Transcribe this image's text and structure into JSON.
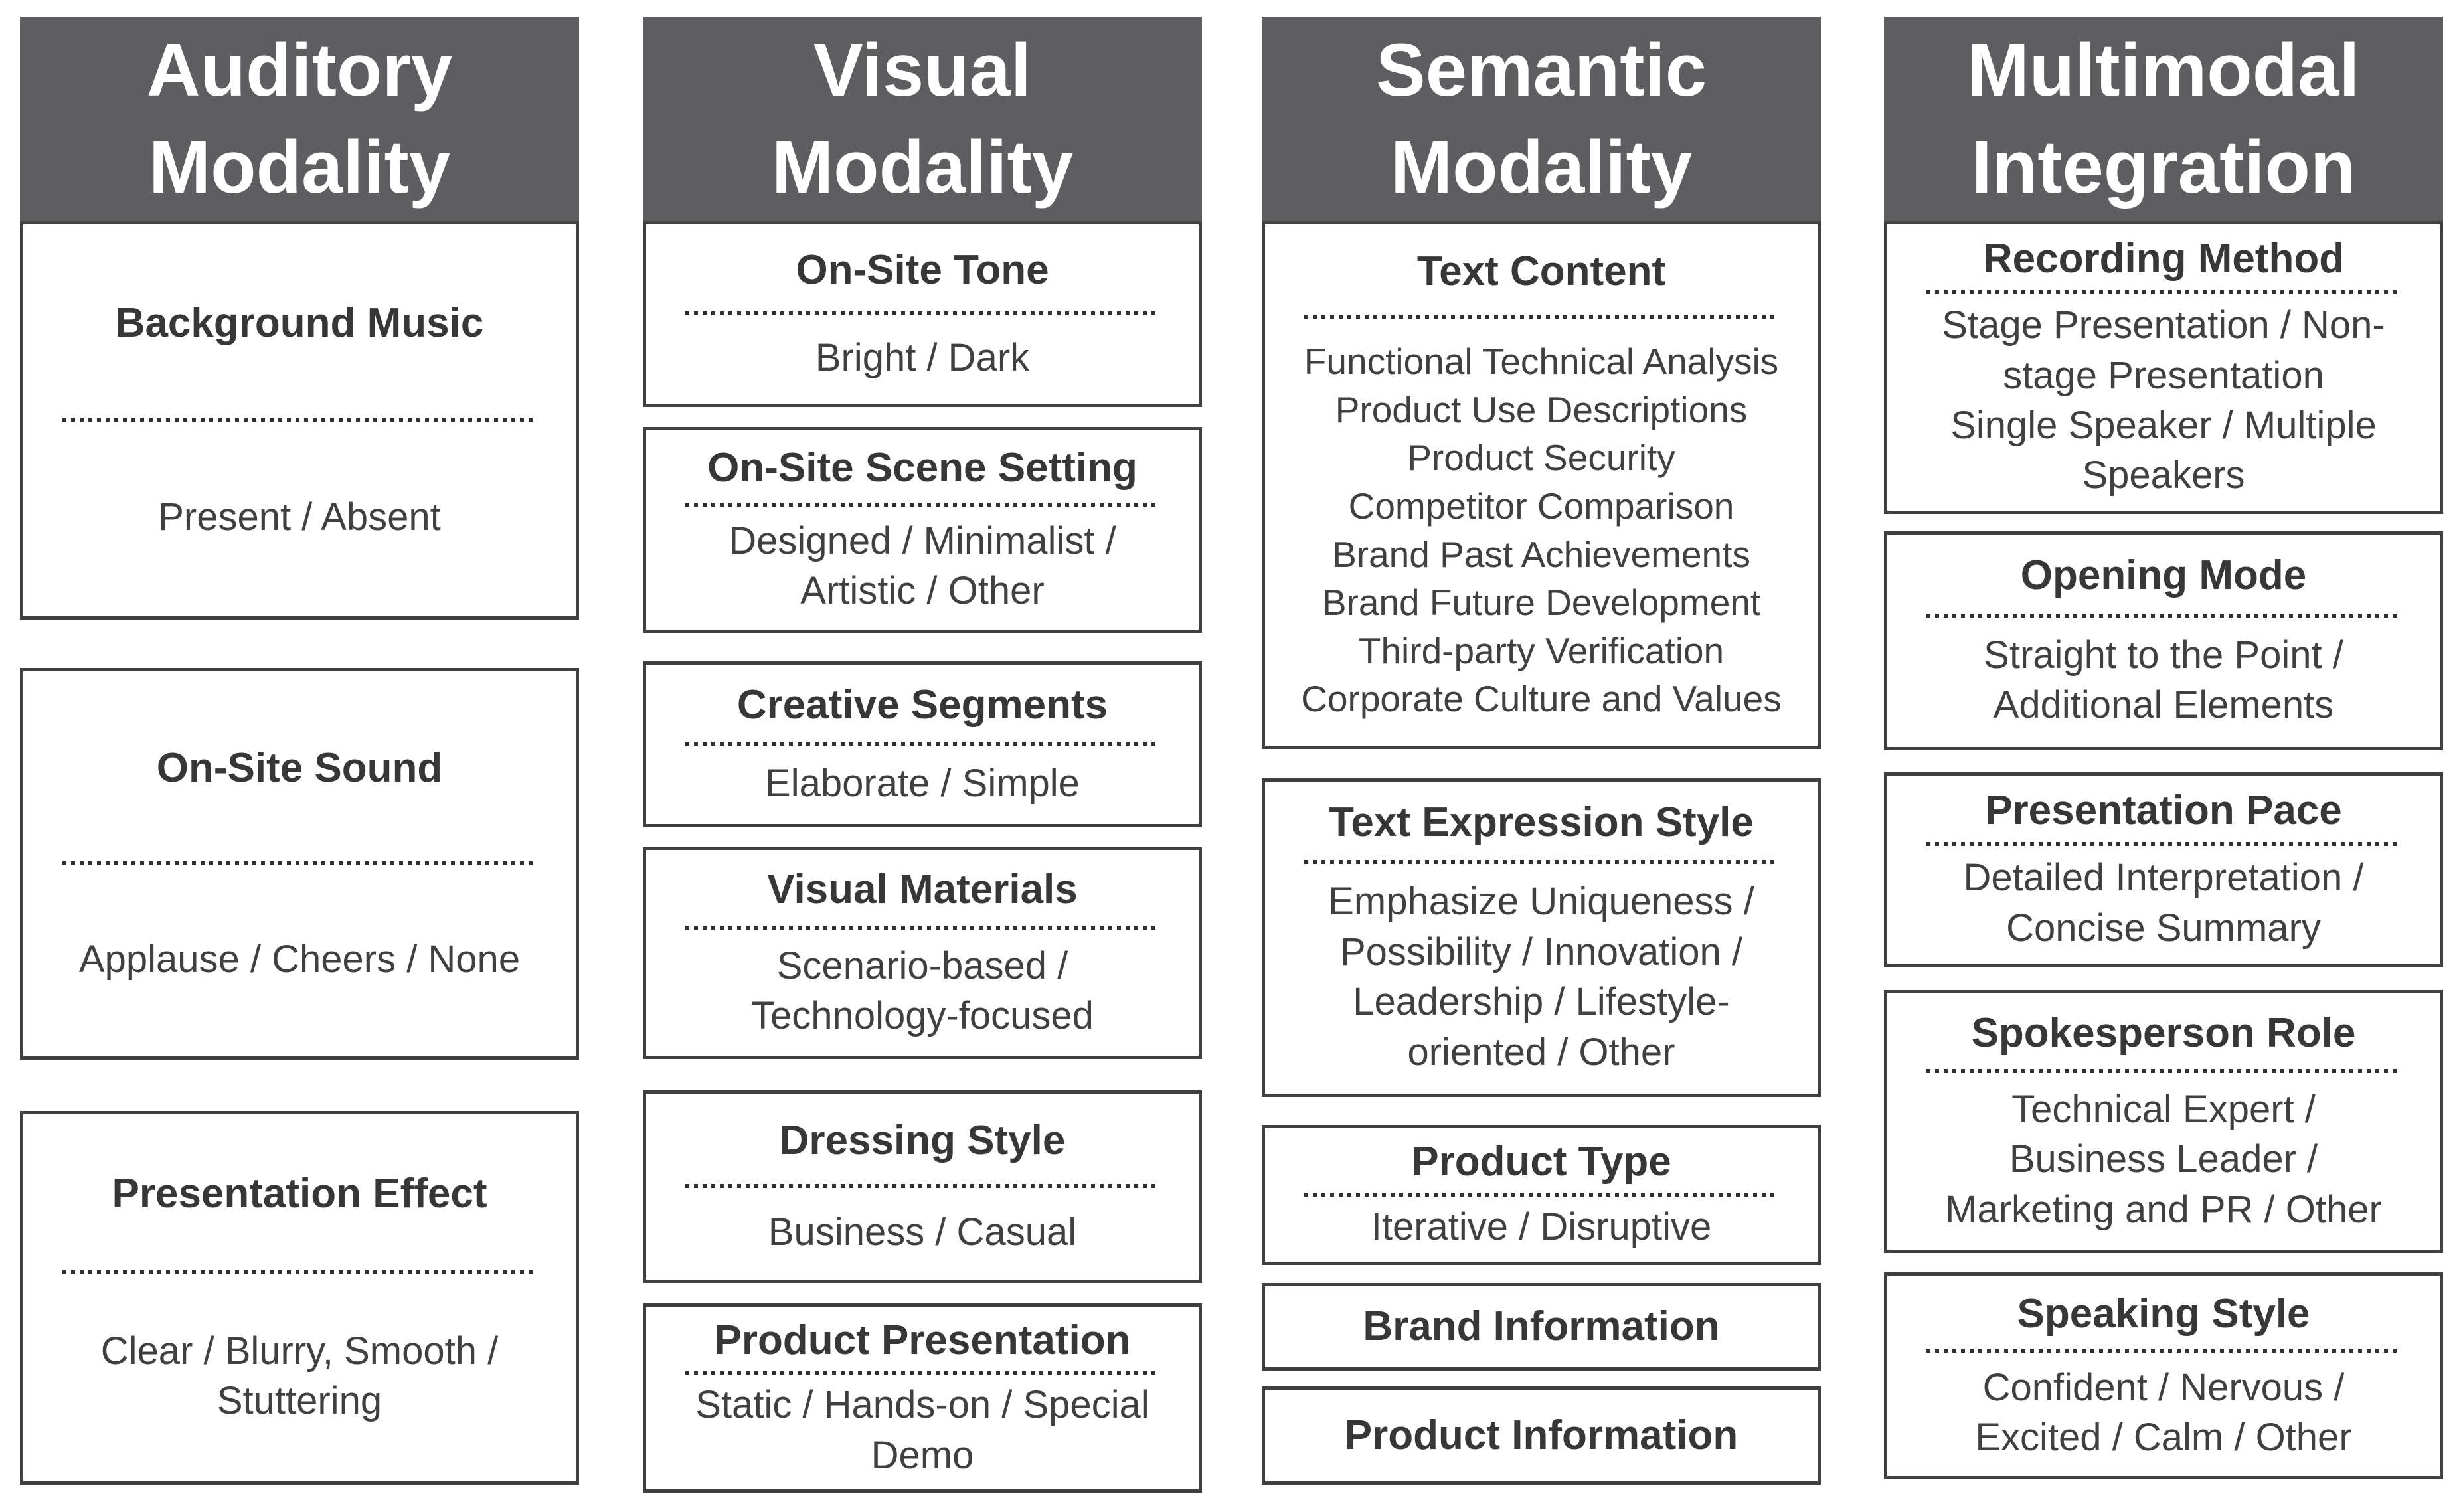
{
  "figure": {
    "type": "taxonomy-diagram",
    "description": "Four-column feature taxonomy of presentation modalities"
  },
  "colors": {
    "header_bg": "#5e5e60",
    "header_text": "#ffffff",
    "box_border": "#404040",
    "title_text": "#373737",
    "body_text": "#404040",
    "page_bg": "#ffffff"
  },
  "columns": [
    {
      "title": "Auditory\nModality",
      "boxes": [
        {
          "title": "Background Music",
          "divider": true,
          "options": "Present / Absent"
        },
        {
          "title": "On-Site Sound",
          "divider": true,
          "options": "Applause / Cheers / None"
        },
        {
          "title": "Presentation Effect",
          "divider": true,
          "options": "Clear / Blurry, Smooth /\nStuttering"
        }
      ]
    },
    {
      "title": "Visual\nModality",
      "boxes": [
        {
          "title": "On-Site Tone",
          "divider": true,
          "options": "Bright / Dark"
        },
        {
          "title": "On-Site Scene Setting",
          "divider": true,
          "options": "Designed / Minimalist /\nArtistic / Other"
        },
        {
          "title": "Creative Segments",
          "divider": true,
          "options": "Elaborate / Simple"
        },
        {
          "title": "Visual Materials",
          "divider": true,
          "options": "Scenario-based /\nTechnology-focused"
        },
        {
          "title": "Dressing Style",
          "divider": true,
          "options": "Business / Casual"
        },
        {
          "title": "Product Presentation",
          "divider": true,
          "options": "Static / Hands-on / Special\nDemo"
        }
      ]
    },
    {
      "title": "Semantic\nModality",
      "boxes": [
        {
          "title": "Text Content",
          "divider": true,
          "options": "Functional Technical Analysis\nProduct Use Descriptions\nProduct Security\nCompetitor Comparison\nBrand Past Achievements\nBrand Future Development\nThird-party Verification\nCorporate Culture and Values"
        },
        {
          "title": "Text Expression Style",
          "divider": true,
          "options": "Emphasize Uniqueness /\nPossibility / Innovation /\nLeadership / Lifestyle-\noriented / Other"
        },
        {
          "title": "Product Type",
          "divider": true,
          "options": "Iterative / Disruptive"
        },
        {
          "title": "Brand Information",
          "divider": false,
          "options": ""
        },
        {
          "title": "Product Information",
          "divider": false,
          "options": ""
        }
      ]
    },
    {
      "title": "Multimodal\nIntegration",
      "boxes": [
        {
          "title": "Recording Method",
          "divider": true,
          "options": "Stage Presentation / Non-\nstage Presentation\nSingle Speaker / Multiple\nSpeakers"
        },
        {
          "title": "Opening Mode",
          "divider": true,
          "options": "Straight to the Point /\nAdditional Elements"
        },
        {
          "title": "Presentation Pace",
          "divider": true,
          "options": "Detailed Interpretation /\nConcise Summary"
        },
        {
          "title": "Spokesperson Role",
          "divider": true,
          "options": "Technical Expert /\nBusiness Leader /\nMarketing and PR / Other"
        },
        {
          "title": "Speaking Style",
          "divider": true,
          "options": "Confident / Nervous /\nExcited / Calm / Other"
        }
      ]
    }
  ]
}
